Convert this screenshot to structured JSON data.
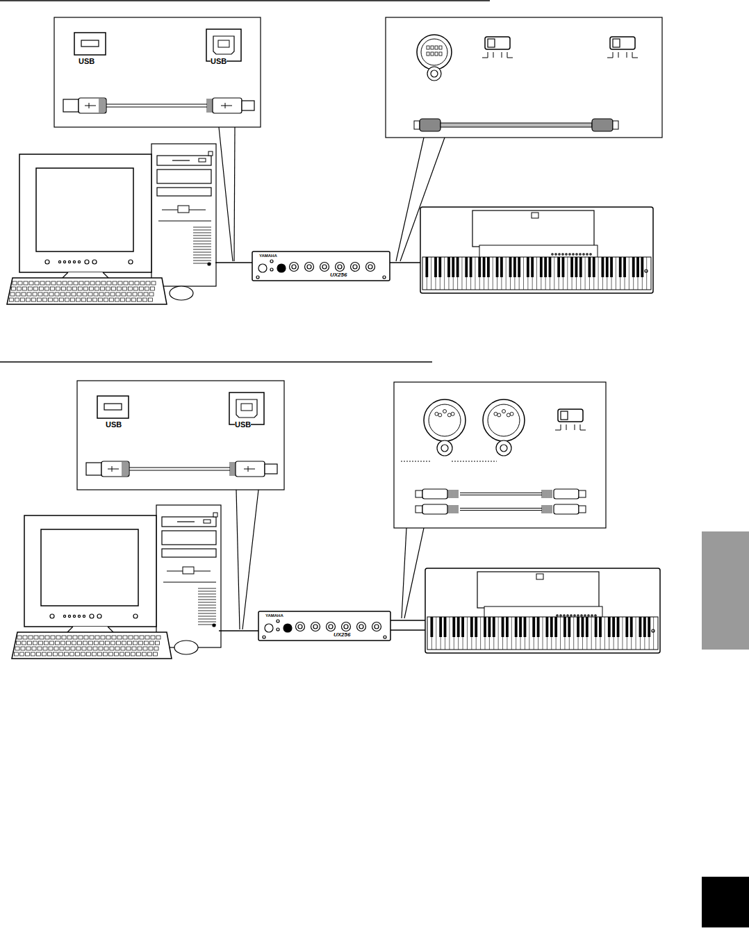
{
  "diagram": {
    "nodes": [
      {
        "text": [
          "USB",
          "USB"
        ]
      },
      {
        "text": [
          "YAMAHA",
          "UX256"
        ]
      },
      {
        "text": [
          "USB",
          "USB"
        ]
      },
      {
        "text": [
          "YAMAHA",
          "UX256"
        ]
      }
    ]
  }
}
